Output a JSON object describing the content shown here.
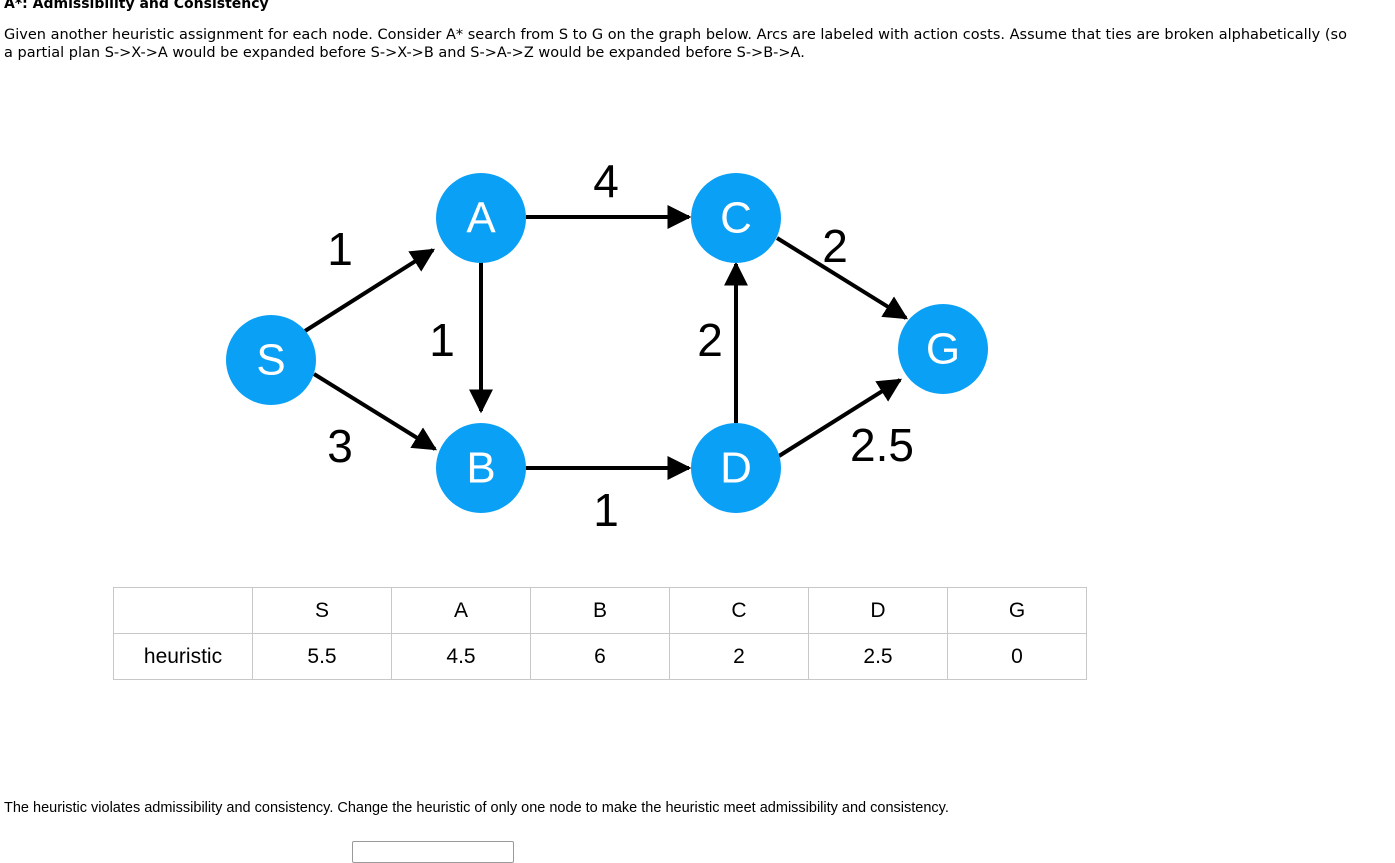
{
  "title": "A*: Admissibility and Consistency",
  "intro": {
    "line1": "Given another heuristic assignment for each node. Consider A* search from S to G on the graph below. Arcs are labeled with action costs. Assume that ties are broken alphabetically (so",
    "line2": "a partial plan S->X->A would be expanded before S->X->B and S->A->Z would be expanded before S->B->A."
  },
  "graph": {
    "node_color": "#0aa0f5",
    "nodes": {
      "S": "S",
      "A": "A",
      "B": "B",
      "C": "C",
      "D": "D",
      "G": "G"
    },
    "edges": {
      "S_A": "1",
      "S_B": "3",
      "A_B": "1",
      "A_C": "4",
      "B_D": "1",
      "D_C": "2",
      "C_G": "2",
      "D_G": "2.5"
    }
  },
  "table": {
    "headers": [
      "",
      "S",
      "A",
      "B",
      "C",
      "D",
      "G"
    ],
    "row_label": "heuristic",
    "values": [
      "5.5",
      "4.5",
      "6",
      "2",
      "2.5",
      "0"
    ]
  },
  "question": "The heuristic violates admissibility and consistency. Change the heuristic of only one node to make the heuristic meet admissibility and consistency."
}
